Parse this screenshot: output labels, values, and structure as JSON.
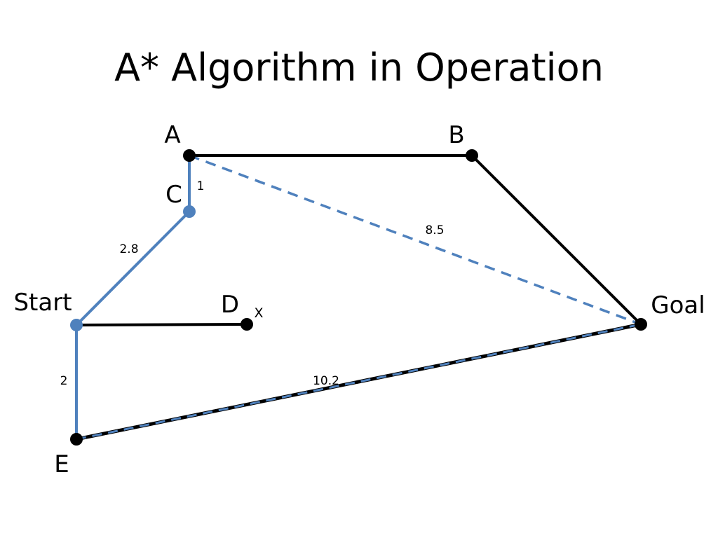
{
  "slide": {
    "title": "A* Algorithm in Operation"
  },
  "nodes": {
    "a": "A",
    "b": "B",
    "c": "C",
    "d": "D",
    "e": "E",
    "start": "Start",
    "goal": "Goal"
  },
  "edge_labels": {
    "a_c": "1",
    "a_goal": "8.5",
    "start_c": "2.8",
    "start_e": "2",
    "e_goal": "10.2"
  },
  "marks": {
    "d_rejected": "X"
  },
  "colors": {
    "explored_path": "#4f81bd",
    "unexplored_edge": "#000000",
    "node_default": "#000000",
    "node_visited": "#4f81bd"
  }
}
